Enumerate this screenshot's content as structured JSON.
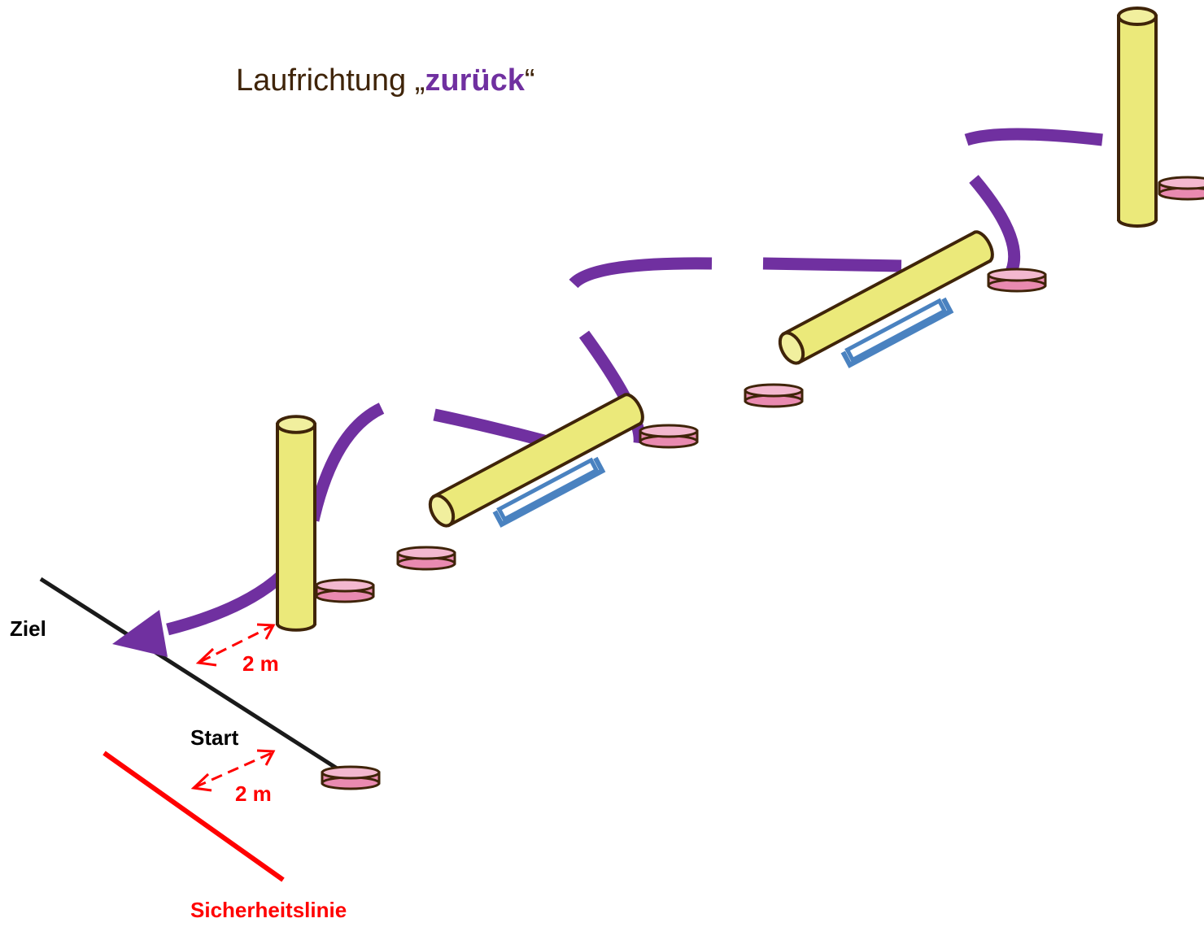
{
  "title": {
    "prefix": "Laufrichtung „",
    "emphasis": "zurück",
    "suffix": "“"
  },
  "labels": {
    "finish": "Ziel",
    "start": "Start",
    "distance_finish": "2 m",
    "distance_start": "2 m",
    "safety_line": "Sicherheitslinie"
  },
  "colors": {
    "path": "#7030a0",
    "pole_fill": "#ebe97a",
    "pole_stroke": "#3f2409",
    "marker_fill": "#e98ab0",
    "marker_top": "#f3b8cf",
    "hurdle_frame": "#4a82c0",
    "start_line": "#1a1a1a",
    "safety_line": "#ff0000",
    "distance_arrow": "#ff0000"
  },
  "icons": {
    "pole": "upright-pole-icon",
    "hurdle": "lying-pole-hurdle-icon",
    "marker": "floor-marker-disc-icon",
    "direction": "running-direction-arrow-icon"
  }
}
